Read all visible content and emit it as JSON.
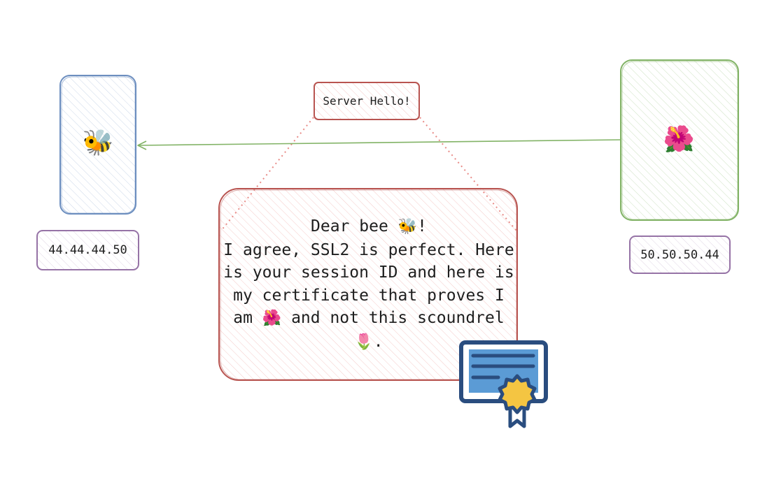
{
  "client": {
    "emoji": "🐝",
    "ip": "44.44.44.50",
    "color": "#6c8ebf"
  },
  "server": {
    "emoji": "🌺",
    "ip": "50.50.50.44",
    "color": "#82b366"
  },
  "message_title": "Server Hello!",
  "message_body": {
    "line1_prefix": "Dear bee ",
    "line1_emoji": "🐝",
    "line1_suffix": "!",
    "line2": "I agree, SSL2 is perfect. Here",
    "line3": "is your session ID and here is",
    "line4": "my certificate that proves I",
    "line5_prefix": "am ",
    "line5_emoji": "🌺",
    "line5_suffix": " and not this scoundrel",
    "line6_emoji": "🌷",
    "line6_suffix": "."
  },
  "colors": {
    "message": "#b85450",
    "ip_box": "#9673a6",
    "certificate_dark": "#2a4d7f",
    "certificate_light": "#5b9bd5",
    "seal": "#f4c542"
  },
  "icons": {
    "certificate": "certificate-icon"
  }
}
